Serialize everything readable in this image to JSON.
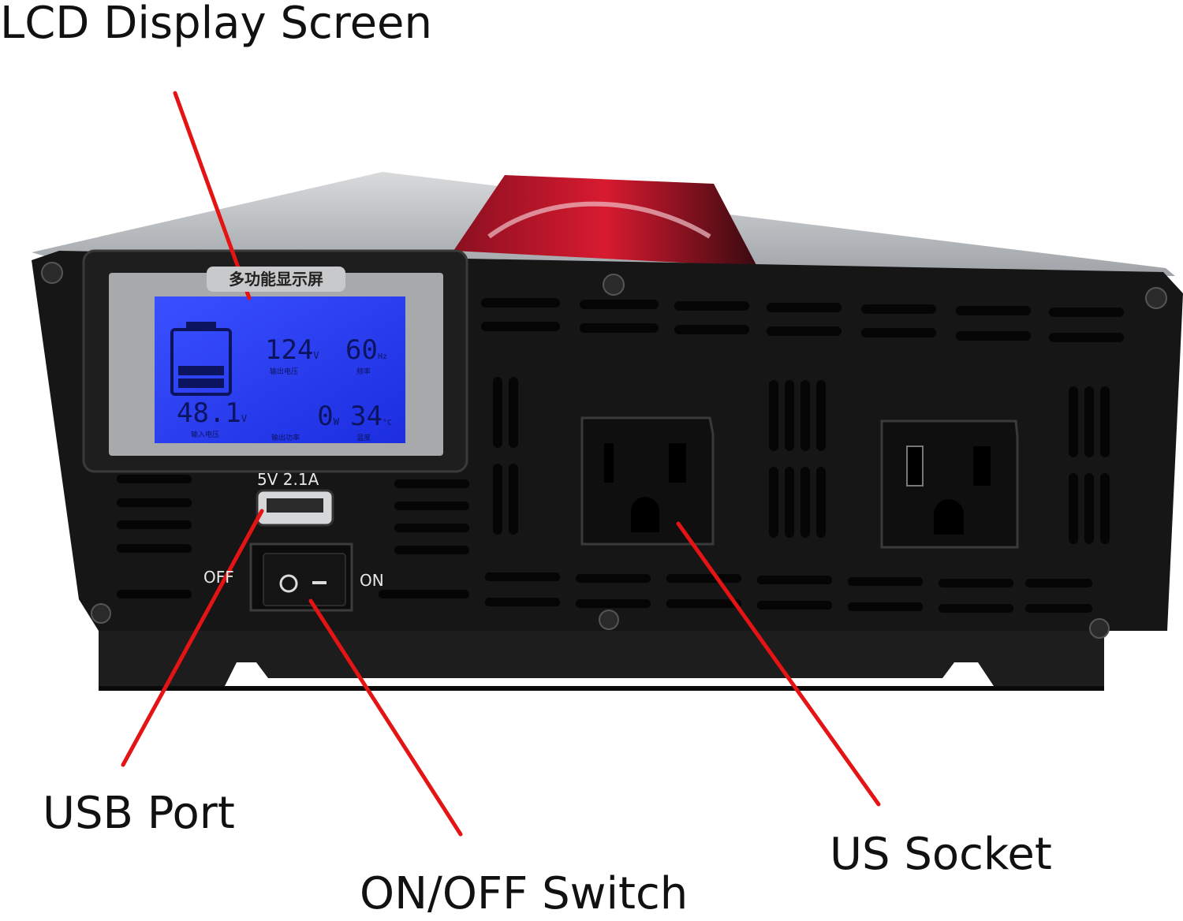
{
  "callouts": {
    "lcd": "LCD Display Screen",
    "usb": "USB Port",
    "switch": "ON/OFF Switch",
    "socket": "US Socket"
  },
  "panel": {
    "lcd_header": "多功能显示屏",
    "usb_rating": "5V 2.1A",
    "switch_off": "OFF",
    "switch_on": "ON"
  },
  "lcd": {
    "output_voltage": "124",
    "output_voltage_unit": "V",
    "output_voltage_caption": "输出电压",
    "frequency": "60",
    "frequency_unit": "Hz",
    "frequency_caption": "频率",
    "input_voltage": "48.1",
    "input_voltage_unit": "V",
    "input_voltage_caption": "输入电压",
    "power": "0",
    "power_unit": "W",
    "power_caption": "输出功率",
    "temperature": "34",
    "temperature_unit": "°C",
    "temperature_caption": "温度"
  },
  "colors": {
    "callout_line": "#e41414",
    "lcd_backlight": "#2a3cf0",
    "panel": "#141414",
    "housing": "#b9bcbf",
    "label_red": "#c0162a"
  }
}
